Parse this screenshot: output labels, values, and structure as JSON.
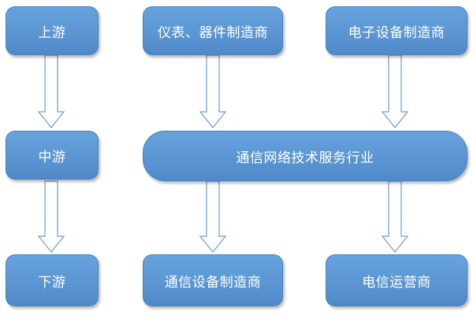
{
  "nodes": {
    "upstream": "上游",
    "midstream": "中游",
    "downstream": "下游",
    "instrument_maker": "仪表、器件制造商",
    "electronics_maker": "电子设备制造商",
    "network_service": "通信网络技术服务行业",
    "comm_equipment_maker": "通信设备制造商",
    "telecom_operator": "电信运营商"
  },
  "colors": {
    "node_fill": "#5b96d3",
    "node_border": "#4a7fbd",
    "arrow_stroke": "#6c9bd2",
    "text": "#ffffff"
  }
}
